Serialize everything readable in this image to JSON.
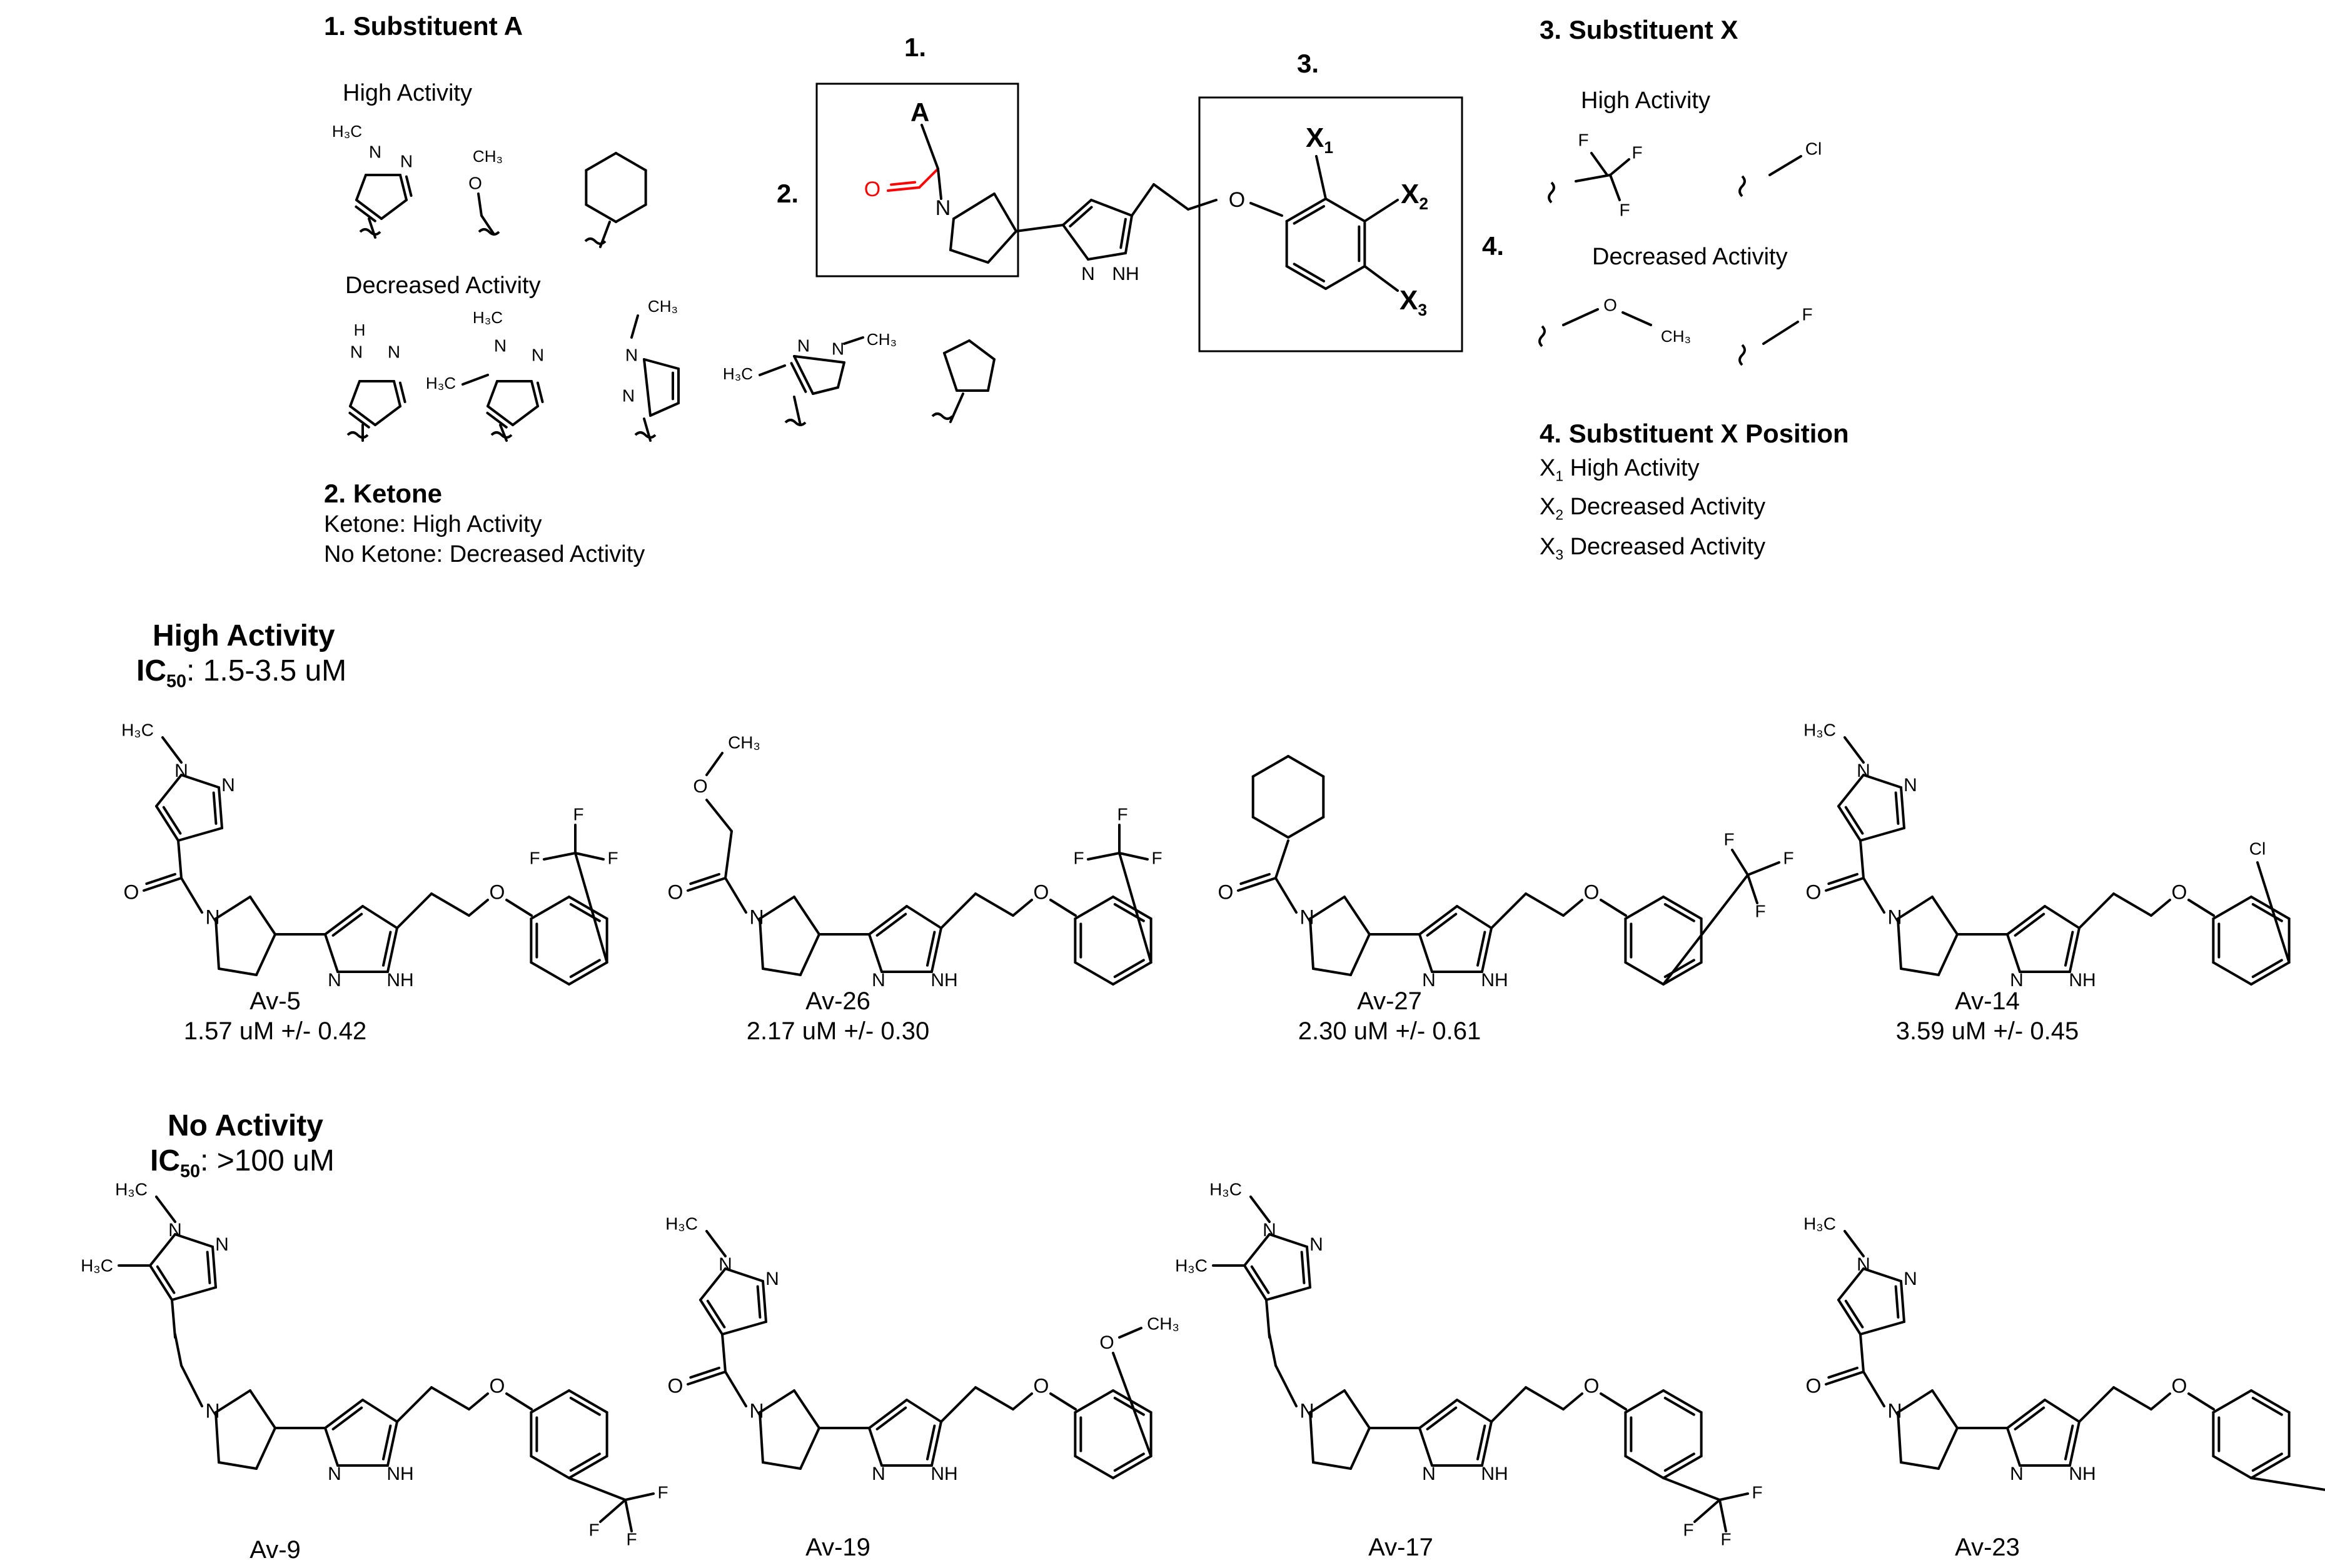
{
  "sar": {
    "sub_a": {
      "title": "1. Substituent A",
      "high": "High Activity",
      "decreased": "Decreased Activity"
    },
    "ketone": {
      "title": "2.  Ketone",
      "line1": "Ketone: High Activity",
      "line2": "No Ketone: Decreased Activity"
    },
    "sub_x": {
      "title": "3. Substituent X",
      "high": "High Activity",
      "decreased": "Decreased Activity"
    },
    "sub_x_pos": {
      "title": "4. Substituent X Position",
      "rows": [
        {
          "sym": "X",
          "idx": "1",
          "text": "High Activity"
        },
        {
          "sym": "X",
          "idx": "2",
          "text": "Decreased Activity"
        },
        {
          "sym": "X",
          "idx": "3",
          "text": "Decreased Activity"
        }
      ]
    },
    "scaffold": {
      "region1": "1.",
      "region2": "2.",
      "region3": "3.",
      "region4": "4.",
      "a": "A"
    }
  },
  "high_activity": {
    "title": "High Activity",
    "ic50_label": "IC",
    "ic50_sub": "50",
    "ic50_value": ": 1.5-3.5 uM",
    "compounds": [
      {
        "name": "Av-5",
        "value": "1.57 uM +/- 0.42"
      },
      {
        "name": "Av-26",
        "value": "2.17 uM +/- 0.30"
      },
      {
        "name": "Av-27",
        "value": "2.30 uM +/- 0.61"
      },
      {
        "name": "Av-14",
        "value": "3.59 uM +/- 0.45"
      }
    ]
  },
  "no_activity": {
    "title": "No Activity",
    "ic50_label": "IC",
    "ic50_sub": "50",
    "ic50_value": ":  >100 uM",
    "compounds": [
      {
        "name": "Av-9"
      },
      {
        "name": "Av-19"
      },
      {
        "name": "Av-17"
      },
      {
        "name": "Av-23"
      }
    ]
  },
  "atoms": {
    "h3c": "H₃C",
    "ch3": "CH₃",
    "n": "N",
    "nh": "NH",
    "o": "O",
    "f": "F",
    "cl": "Cl",
    "h": "H"
  },
  "colors": {
    "ketone_highlight": "#ff0000",
    "ink": "#000000"
  }
}
